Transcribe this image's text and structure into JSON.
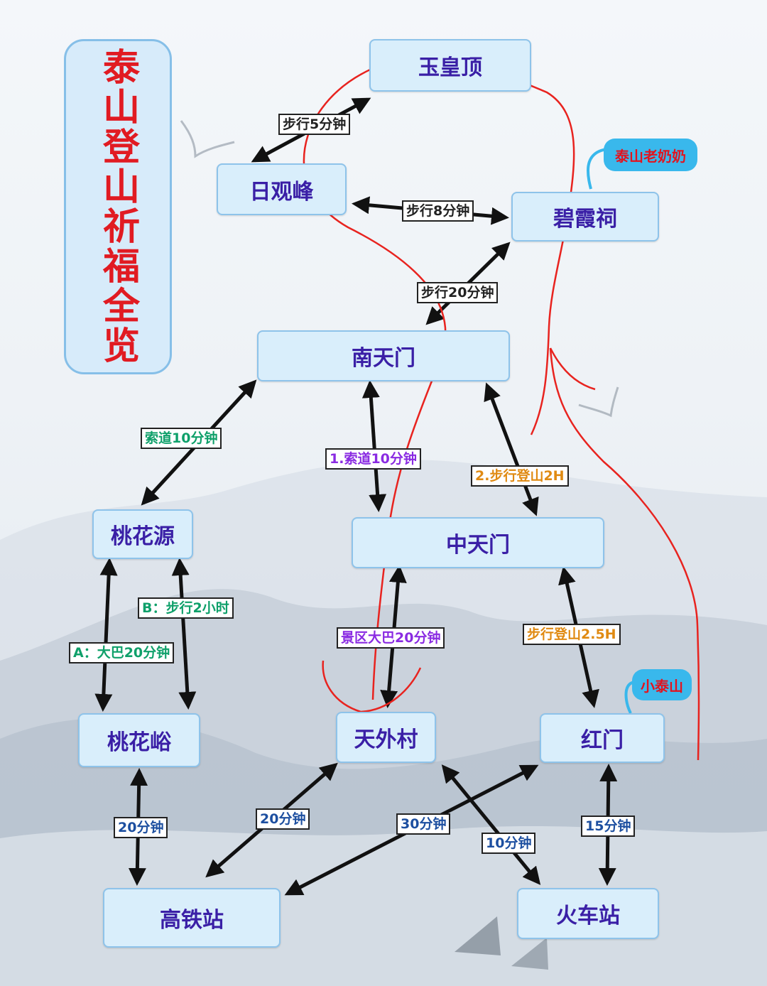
{
  "title": "泰山登山祈福全览",
  "nodes": {
    "yuhuangding": "玉皇顶",
    "riguanfeng": "日观峰",
    "bixiaci": "碧霞祠",
    "nantianmen": "南天门",
    "taohuayuan": "桃花源",
    "zhongtianmen": "中天门",
    "taohuayu": "桃花峪",
    "tianwaicun": "天外村",
    "hongmen": "红门",
    "gaotiezhan": "高铁站",
    "huochezhan": "火车站"
  },
  "bubbles": {
    "laonainai": "泰山老奶奶",
    "xiaotaishan": "小泰山"
  },
  "edges": {
    "riguan_yuhuang": "步行5分钟",
    "riguan_bixia": "步行8分钟",
    "bixia_nantian": "步行20分钟",
    "nantian_taohuayuan": "索道10分钟",
    "nantian_zhongtian_1": "1.索道10分钟",
    "nantian_zhongtian_2": "2.步行登山2H",
    "taohuayuan_walk": "B：步行2小时",
    "taohuayuan_bus": "A：大巴20分钟",
    "zhongtian_tianwai": "景区大巴20分钟",
    "zhongtian_hongmen": "步行登山2.5H",
    "taohuayu_gaotie": "20分钟",
    "gaotie_tianwai": "20分钟",
    "gaotie_hongmen": "30分钟",
    "tianwai_huoche": "10分钟",
    "hongmen_huoche": "15分钟"
  },
  "colors": {
    "node_text": "#3a1fa6",
    "node_fill": "#d9eefb",
    "title_red": "#e11b22",
    "annotation_red": "#e8231f",
    "bubble_fill": "#39b8ec"
  }
}
